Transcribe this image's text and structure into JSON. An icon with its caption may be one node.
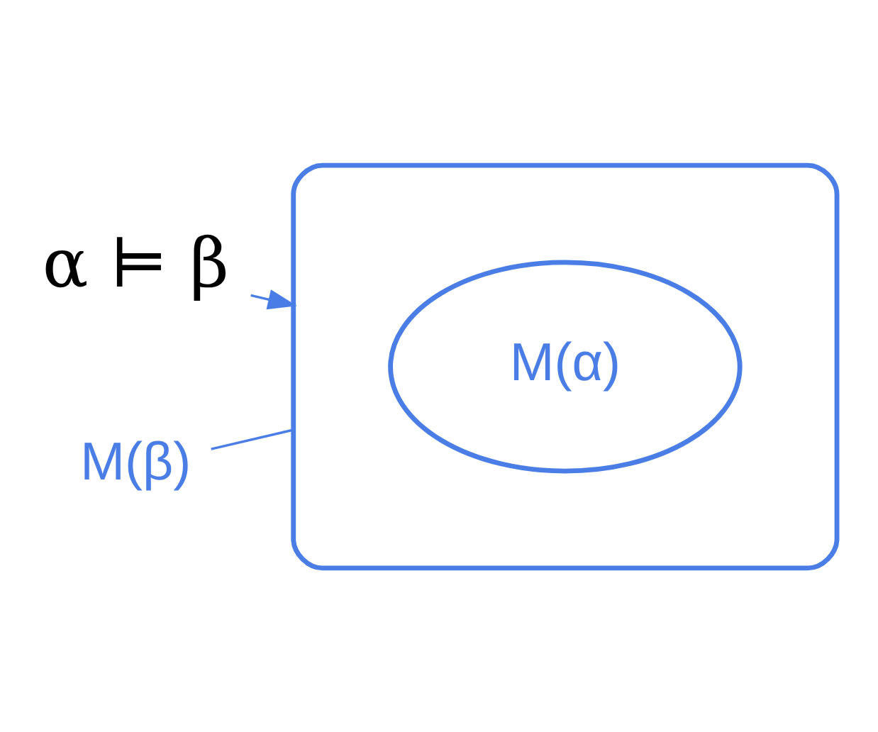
{
  "diagram": {
    "nodes": [
      {
        "text": [
          "α ⊨ β"
        ]
      },
      {
        "text": [
          "M(β)"
        ]
      },
      {
        "text": [],
        "shape": "ellipse"
      },
      {
        "text": [
          "M(α)"
        ],
        "in": 2
      }
    ],
    "edges": [
      {
        "from": 1,
        "to": 2,
        "arrow": "none"
      },
      {
        "from": 0,
        "to": 2,
        "arrow": "to"
      }
    ]
  }
}
